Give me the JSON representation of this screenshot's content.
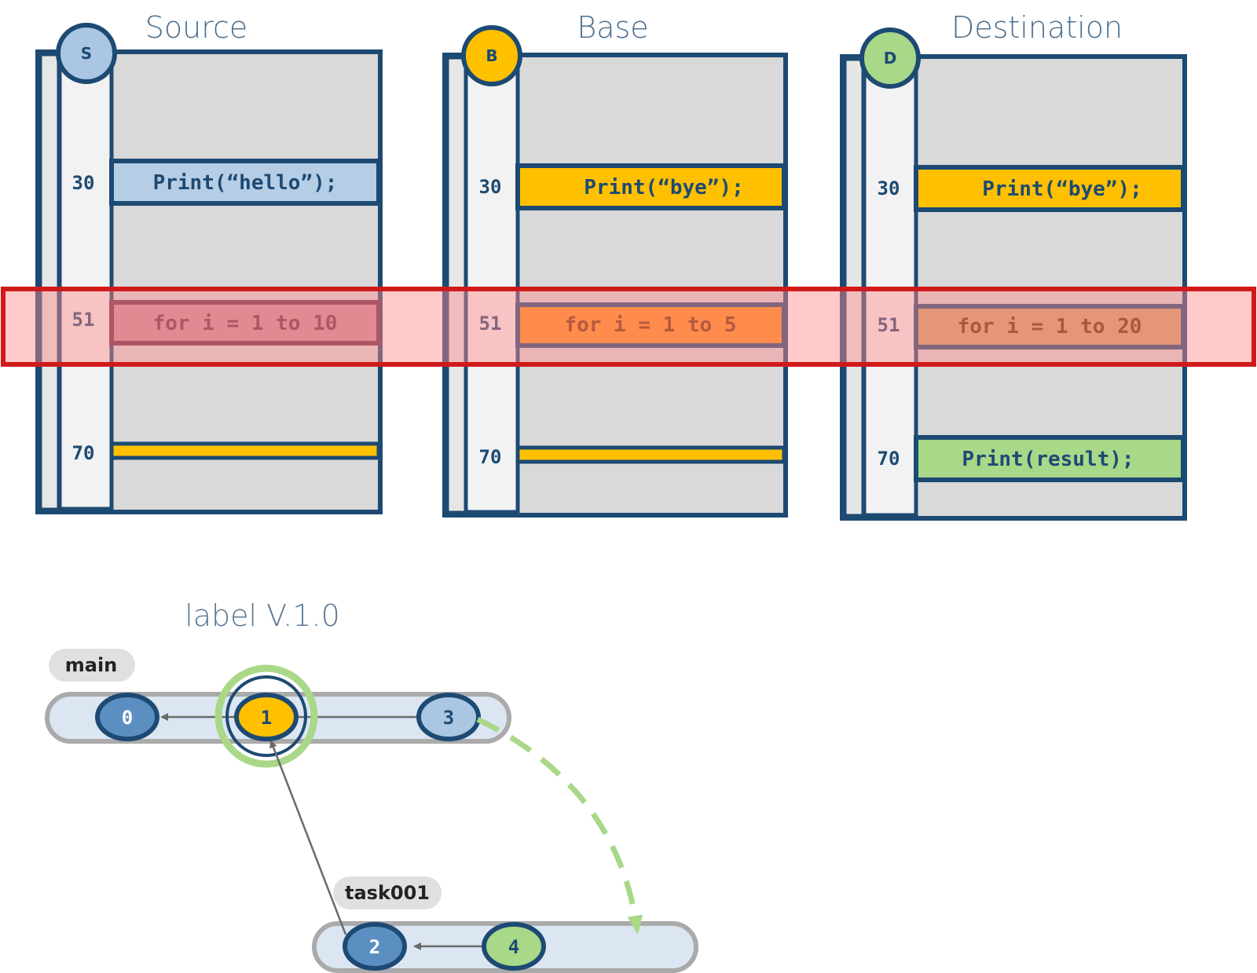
{
  "panels": [
    {
      "title": "Source",
      "badge": "S",
      "badge_color": "#aac6e3",
      "lines": [
        {
          "num": "30",
          "code": "Print(“hello”);",
          "fill": "#b6cde6",
          "text_color": "#1d4a73"
        },
        {
          "num": "51",
          "code": "for i = 1 to 10",
          "fill": "#c98a9a",
          "text_color": "#6b2d47"
        },
        {
          "num": "70",
          "code": "",
          "fill": "#ffc000",
          "text_color": "#1d4a73"
        }
      ]
    },
    {
      "title": "Base",
      "badge": "B",
      "badge_color": "#ffc000",
      "lines": [
        {
          "num": "30",
          "code": "Print(“bye”);",
          "fill": "#ffc000",
          "text_color": "#1d4a73"
        },
        {
          "num": "51",
          "code": "for i = 1 to 5",
          "fill": "#ff8c1a",
          "text_color": "#7a3300"
        },
        {
          "num": "70",
          "code": "",
          "fill": "#ffc000",
          "text_color": "#1d4a73"
        }
      ]
    },
    {
      "title": "Destination",
      "badge": "D",
      "badge_color": "#a8d888",
      "lines": [
        {
          "num": "30",
          "code": "Print(“bye”);",
          "fill": "#ffc000",
          "text_color": "#1d4a73"
        },
        {
          "num": "51",
          "code": "for i = 1 to 20",
          "fill": "#d2a06a",
          "text_color": "#6b2d00"
        },
        {
          "num": "70",
          "code": "Print(result);",
          "fill": "#a8d888",
          "text_color": "#1d4a73"
        }
      ]
    }
  ],
  "conflict_highlight_color": "#d01a1a",
  "graph": {
    "label_title": "label V.1.0",
    "branches": [
      {
        "name": "main",
        "nodes": [
          {
            "id": "0",
            "fill": "#5b8fc2",
            "text_color": "#ffffff"
          },
          {
            "id": "1",
            "fill": "#ffc000",
            "text_color": "#1d4a73"
          },
          {
            "id": "3",
            "fill": "#aac6e3",
            "text_color": "#1d4a73"
          }
        ]
      },
      {
        "name": "task001",
        "nodes": [
          {
            "id": "2",
            "fill": "#5b8fc2",
            "text_color": "#ffffff"
          },
          {
            "id": "4",
            "fill": "#a8d888",
            "text_color": "#1d4a73"
          }
        ]
      }
    ],
    "merge_arrow_color": "#a8d888"
  }
}
